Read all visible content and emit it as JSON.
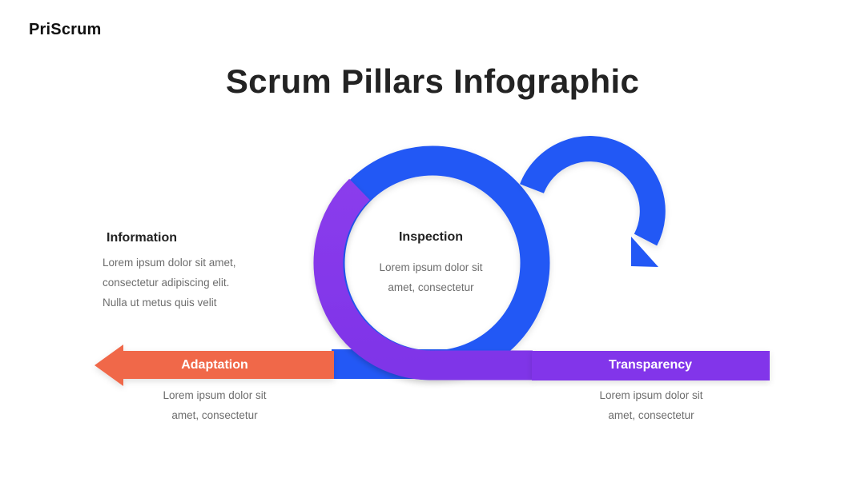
{
  "header": {
    "brand": "PriScrum",
    "title": "Scrum Pillars Infographic"
  },
  "colors": {
    "blue": "#2358F5",
    "purple": "#8236EA",
    "orange": "#F0674A"
  },
  "pillars": {
    "information": {
      "title": "Information",
      "lines": [
        "Lorem ipsum dolor sit amet,",
        "consectetur adipiscing elit.",
        "Nulla ut metus quis velit"
      ]
    },
    "inspection": {
      "title": "Inspection",
      "lines": [
        "Lorem ipsum dolor sit",
        "amet, consectetur"
      ]
    },
    "adaptation": {
      "title": "Adaptation",
      "lines": [
        "Lorem ipsum dolor sit",
        "amet, consectetur"
      ]
    },
    "transparency": {
      "title": "Transparency",
      "lines": [
        "Lorem ipsum dolor sit",
        "amet, consectetur"
      ]
    }
  }
}
